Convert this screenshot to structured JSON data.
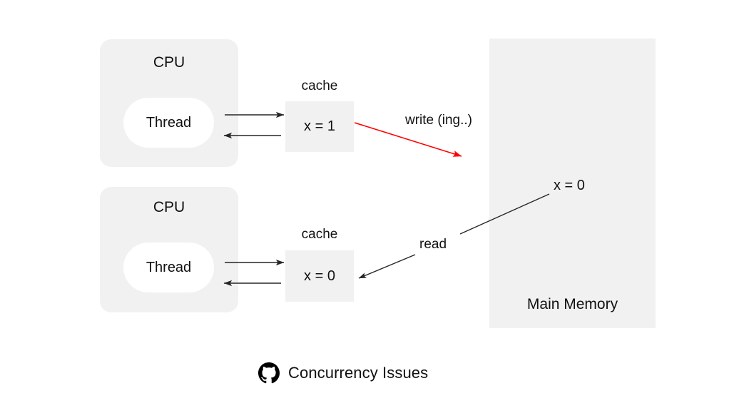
{
  "diagram": {
    "title": "Concurrency Issues",
    "colors": {
      "box_fill": "#f1f1f1",
      "pill_fill": "#ffffff",
      "text": "#111111",
      "write_arrow": "#ff0000",
      "read_arrow": "#1a1a1a",
      "background": "#ffffff"
    },
    "cpus": [
      {
        "label": "CPU",
        "thread_label": "Thread",
        "cache_caption": "cache",
        "cache_value": "x = 1"
      },
      {
        "label": "CPU",
        "thread_label": "Thread",
        "cache_caption": "cache",
        "cache_value": "x = 0"
      }
    ],
    "memory": {
      "label": "Main Memory",
      "value": "x = 0"
    },
    "edges": [
      {
        "label": "write (ing..)",
        "color": "#ff0000"
      },
      {
        "label": "read",
        "color": "#1a1a1a"
      }
    ],
    "footer": {
      "icon": "github-octocat-icon",
      "text": "Concurrency Issues"
    }
  }
}
